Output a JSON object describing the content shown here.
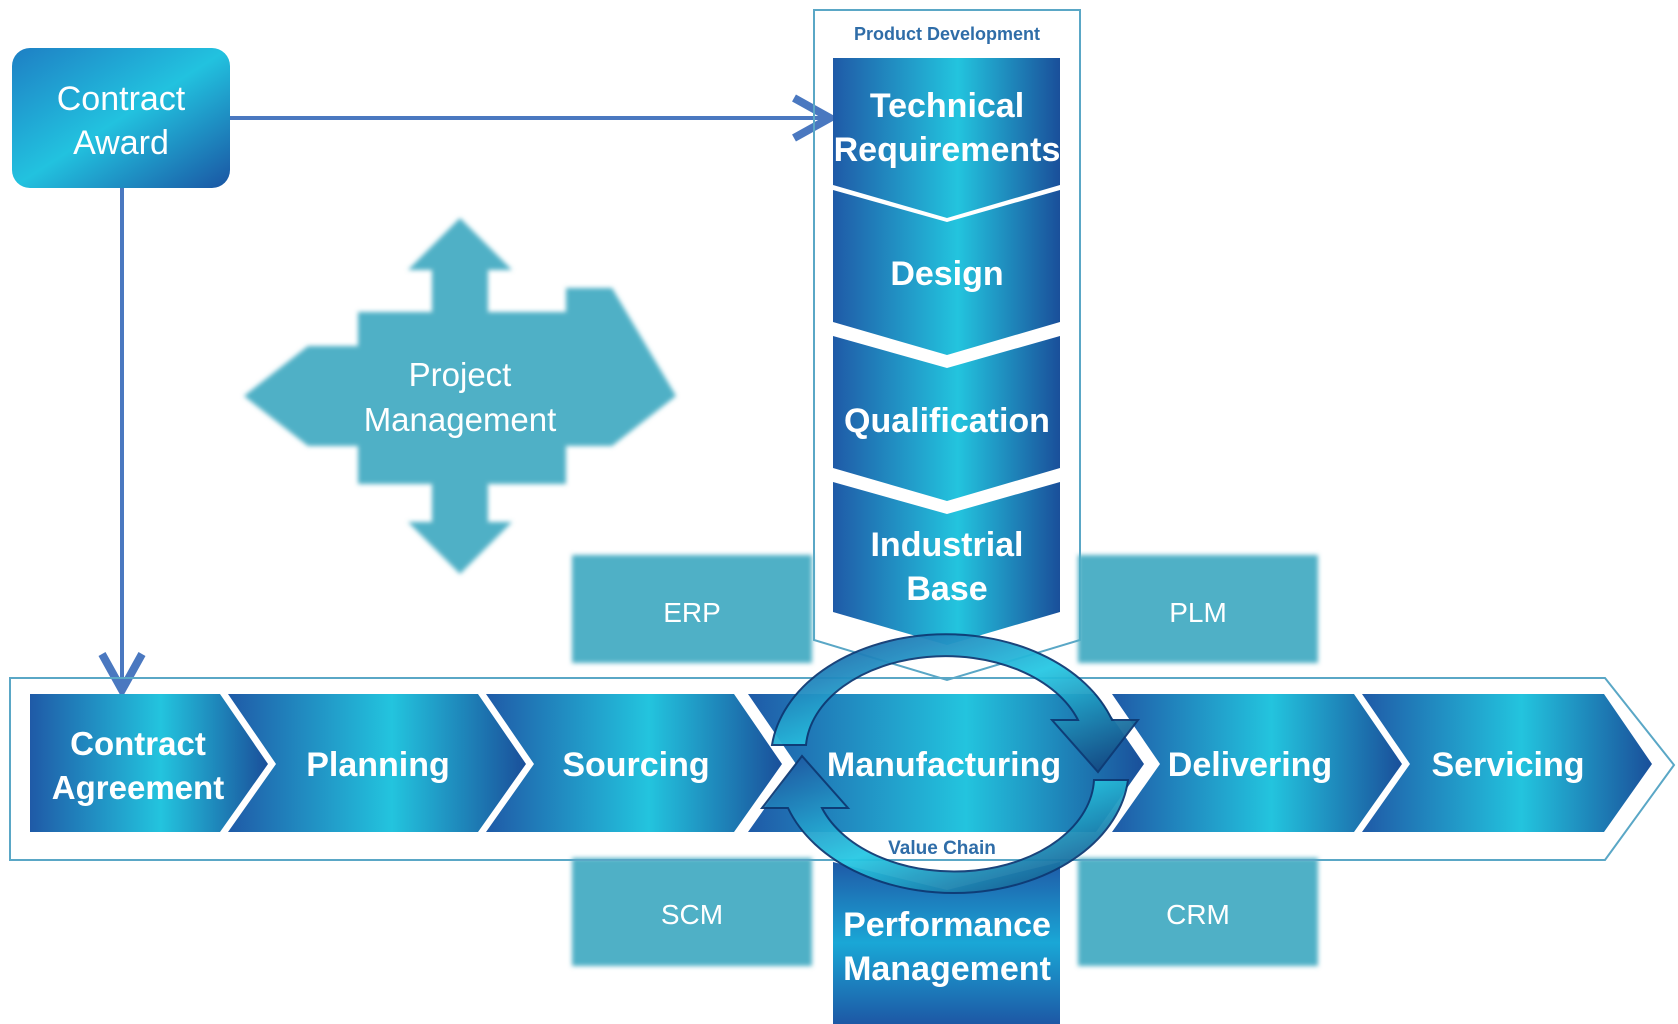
{
  "contract_award": [
    "Contract",
    "Award"
  ],
  "project_management": [
    "Project",
    "Management"
  ],
  "product_development": {
    "title": "Product Development",
    "steps": [
      [
        "Technical",
        "Requirements"
      ],
      [
        "Design"
      ],
      [
        "Qualification"
      ],
      [
        "Industrial",
        "Base"
      ]
    ]
  },
  "value_chain": {
    "title": "Value Chain",
    "steps": [
      [
        "Contract",
        "Agreement"
      ],
      [
        "Planning"
      ],
      [
        "Sourcing"
      ],
      [
        "Manufacturing"
      ],
      [
        "Delivering"
      ],
      [
        "Servicing"
      ]
    ]
  },
  "systems": {
    "erp": "ERP",
    "plm": "PLM",
    "scm": "SCM",
    "crm": "CRM"
  },
  "performance_management": [
    "Performance",
    "Management"
  ],
  "colors": {
    "dark_blue": "#1f5aa7",
    "cyan": "#23c4de",
    "teal_box": "#4fb0c6",
    "frame": "#5aa7c6",
    "connector": "#4a78c0",
    "ring": "#2a86c8"
  }
}
